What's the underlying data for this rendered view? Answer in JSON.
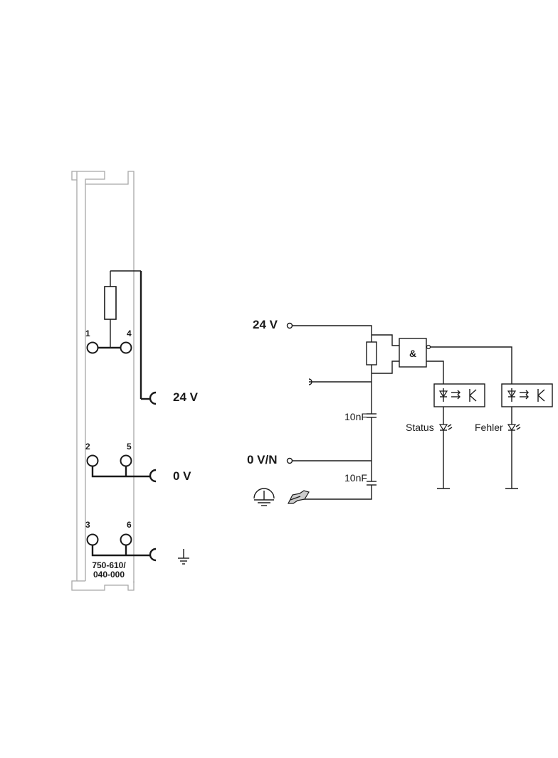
{
  "module": {
    "terminals": [
      "1",
      "4",
      "2",
      "5",
      "3",
      "6"
    ],
    "label_24v": "24 V",
    "label_0v": "0 V",
    "part_number_line1": "750-610/",
    "part_number_line2": "040-000"
  },
  "schematic": {
    "label_24v": "24 V",
    "label_0vn": "0 V/N",
    "cap_top": "10nF",
    "cap_bottom": "10nF",
    "and_gate": "&",
    "status": "Status",
    "fehler": "Fehler"
  },
  "icons": [
    "fuse-icon",
    "ground-icon",
    "capacitor-icon",
    "and-gate-icon",
    "optocoupler-icon",
    "led-icon",
    "din-rail-icon",
    "protective-earth-icon"
  ]
}
